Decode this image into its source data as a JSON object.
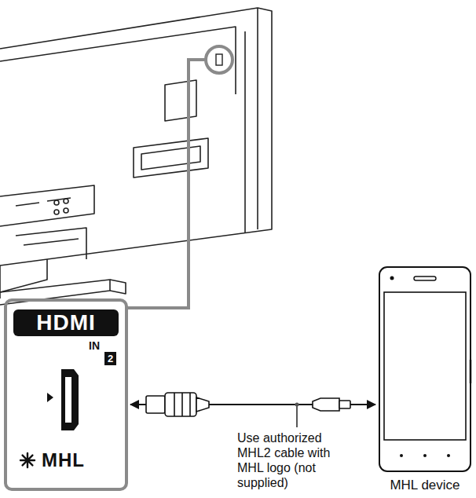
{
  "diagram": {
    "nodes": [
      {
        "text": [
          "HDMI",
          "IN",
          "2",
          "MHL"
        ]
      },
      {
        "text": [
          "MHL device"
        ]
      }
    ],
    "edges": [
      {
        "from": 0,
        "to": 1,
        "arrow": "both",
        "label": "Use authorized MHL2 cable with MHL logo (not supplied)"
      }
    ]
  }
}
